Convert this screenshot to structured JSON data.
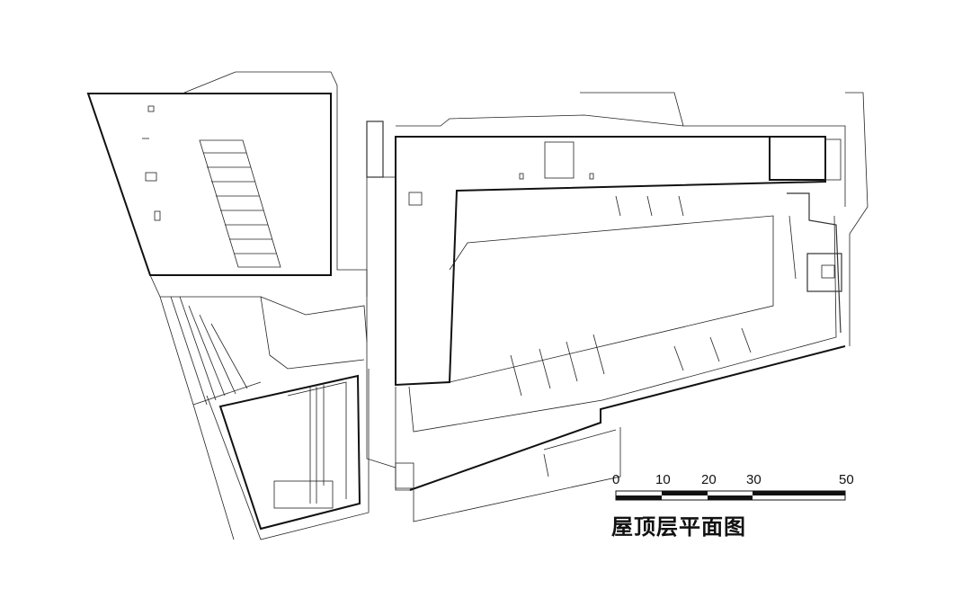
{
  "title": "屋顶层平面图",
  "scale_bar": {
    "labels": [
      "0",
      "10",
      "20",
      "30",
      "50"
    ],
    "unit_ticks": [
      0,
      10,
      20,
      30,
      50
    ]
  }
}
